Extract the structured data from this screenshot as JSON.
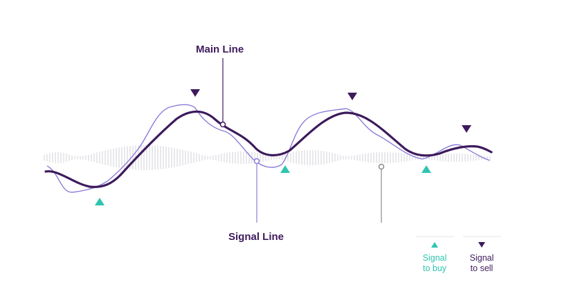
{
  "labels": {
    "main_line": "Main Line",
    "signal_line": "Signal Line"
  },
  "legend": {
    "buy": {
      "line1": "Signal",
      "line2": "to buy"
    },
    "sell": {
      "line1": "Signal",
      "line2": "to sell"
    }
  },
  "colors": {
    "main_line": "#3d1a5c",
    "signal_line": "#8b7bd8",
    "histogram": "#e3e3e8",
    "buy_marker": "#2ec4b0",
    "sell_marker": "#3d1a5c",
    "callout_line": "#8a8a8a",
    "legend_rule": "#e6e6ea"
  },
  "icons": {
    "buy": "triangle-up-icon",
    "sell": "triangle-down-icon"
  }
}
